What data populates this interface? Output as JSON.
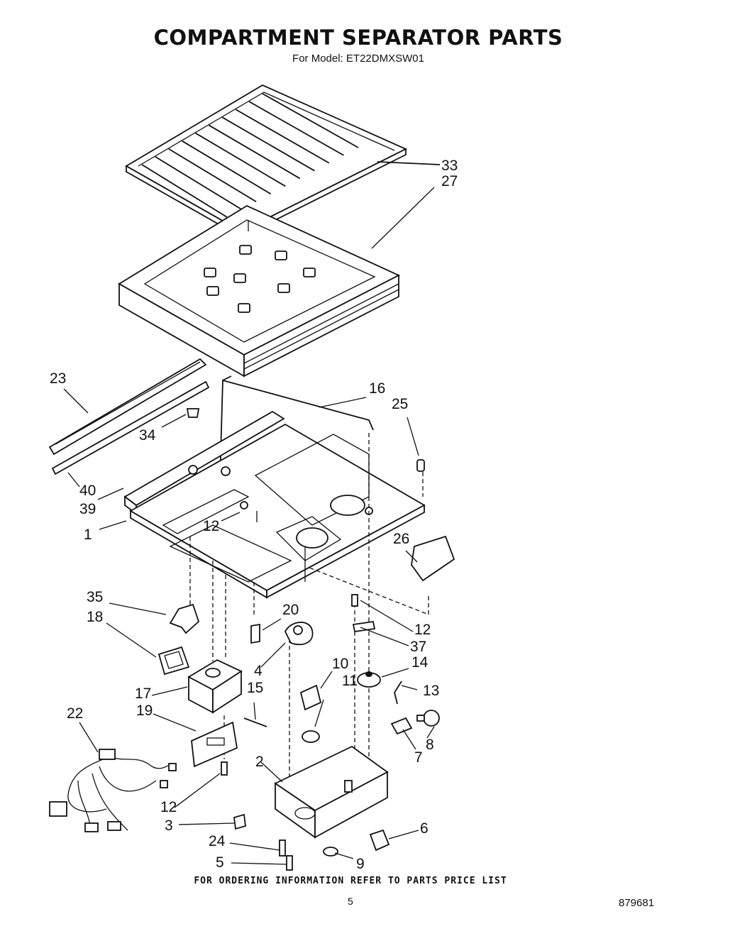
{
  "header": {
    "title": "COMPARTMENT SEPARATOR PARTS",
    "subtitle": "For Model: ET22DMXSW01"
  },
  "callouts": [
    "33",
    "27",
    "23",
    "16",
    "25",
    "34",
    "40",
    "39",
    "12",
    "1",
    "26",
    "35",
    "20",
    "18",
    "12",
    "37",
    "10",
    "14",
    "4",
    "13",
    "17",
    "15",
    "11",
    "8",
    "19",
    "22",
    "7",
    "2",
    "12",
    "3",
    "6",
    "24",
    "9",
    "5"
  ],
  "footer": {
    "ordering_note": "FOR ORDERING INFORMATION REFER TO PARTS PRICE LIST",
    "page_number": "5",
    "document_number": "879681"
  }
}
